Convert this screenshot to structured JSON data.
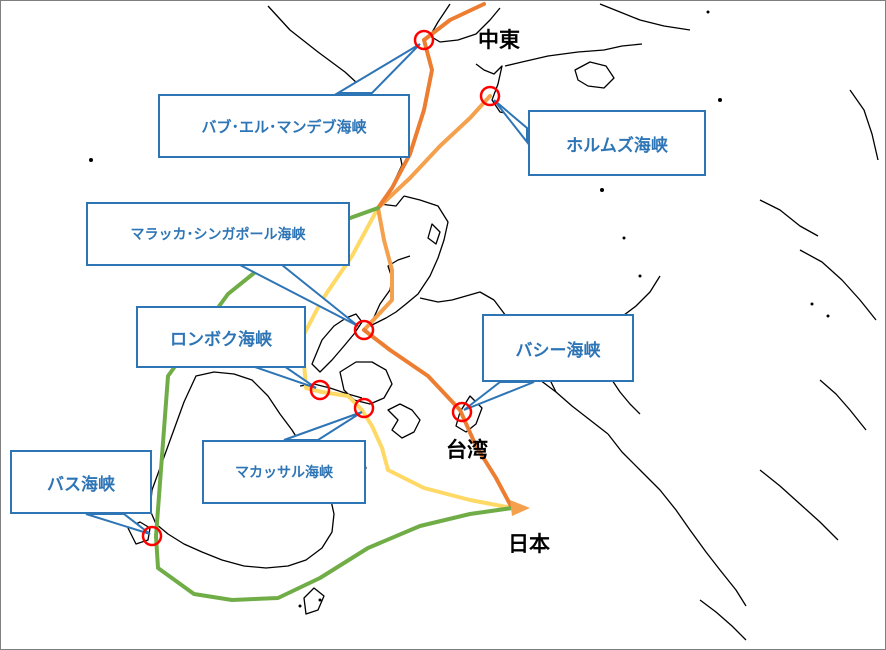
{
  "colors": {
    "coast": "#000000",
    "callout": "#2e75b6",
    "marker": "#ff0000",
    "route_dark_orange": "#ed7d31",
    "route_orange": "#f4a04d",
    "route_yellow": "#ffd966",
    "route_green": "#70ad47"
  },
  "places": {
    "middle_east": "中東",
    "taiwan": "台湾",
    "japan": "日本"
  },
  "straits": {
    "bab_el_mandeb": "バブ･エル･マンデブ海峡",
    "hormuz": "ホルムズ海峡",
    "malacca_singapore": "マラッカ･シンガポール海峡",
    "lombok": "ロンボク海峡",
    "bashi": "バシー海峡",
    "makassar": "マカッサル海峡",
    "bass": "バス海峡"
  },
  "routes": [
    {
      "via": "bab_el_mandeb"
    },
    {
      "via": "hormuz"
    },
    {
      "via": "lombok"
    },
    {
      "via": "bass"
    }
  ]
}
